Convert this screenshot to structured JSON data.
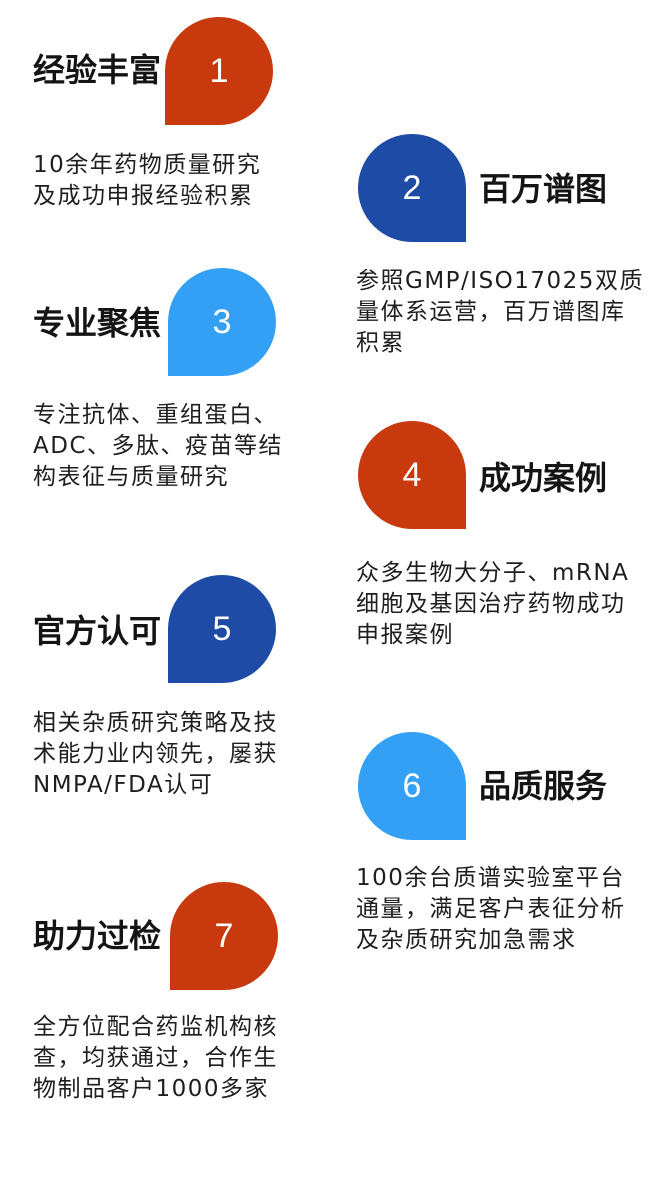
{
  "colors": {
    "orange_red": "#C8390E",
    "dark_blue": "#1D4BA5",
    "light_blue": "#34A0F5"
  },
  "items": [
    {
      "number": "1",
      "title": "经验丰富",
      "desc": [
        "10余年药物质量研究",
        "及成功申报经验积累"
      ],
      "color": "#C8390E"
    },
    {
      "number": "2",
      "title": "百万谱图",
      "desc": [
        "参照GMP/ISO17025双质",
        "量体系运营，百万谱图库",
        "积累"
      ],
      "color": "#1D4BA5"
    },
    {
      "number": "3",
      "title": "专业聚焦",
      "desc": [
        "专注抗体、重组蛋白、",
        "ADC、多肽、疫苗等结",
        "构表征与质量研究"
      ],
      "color": "#34A0F5"
    },
    {
      "number": "4",
      "title": "成功案例",
      "desc": [
        "众多生物大分子、mRNA",
        "细胞及基因治疗药物成功",
        "申报案例"
      ],
      "color": "#C8390E"
    },
    {
      "number": "5",
      "title": "官方认可",
      "desc": [
        "相关杂质研究策略及技",
        "术能力业内领先，屡获",
        "NMPA/FDA认可"
      ],
      "color": "#1D4BA5"
    },
    {
      "number": "6",
      "title": "品质服务",
      "desc": [
        "100余台质谱实验室平台",
        "通量，满足客户表征分析",
        "及杂质研究加急需求"
      ],
      "color": "#34A0F5"
    },
    {
      "number": "7",
      "title": "助力过检",
      "desc": [
        "全方位配合药监机构核",
        "查，均获通过，合作生",
        "物制品客户1000多家"
      ],
      "color": "#C8390E"
    }
  ]
}
